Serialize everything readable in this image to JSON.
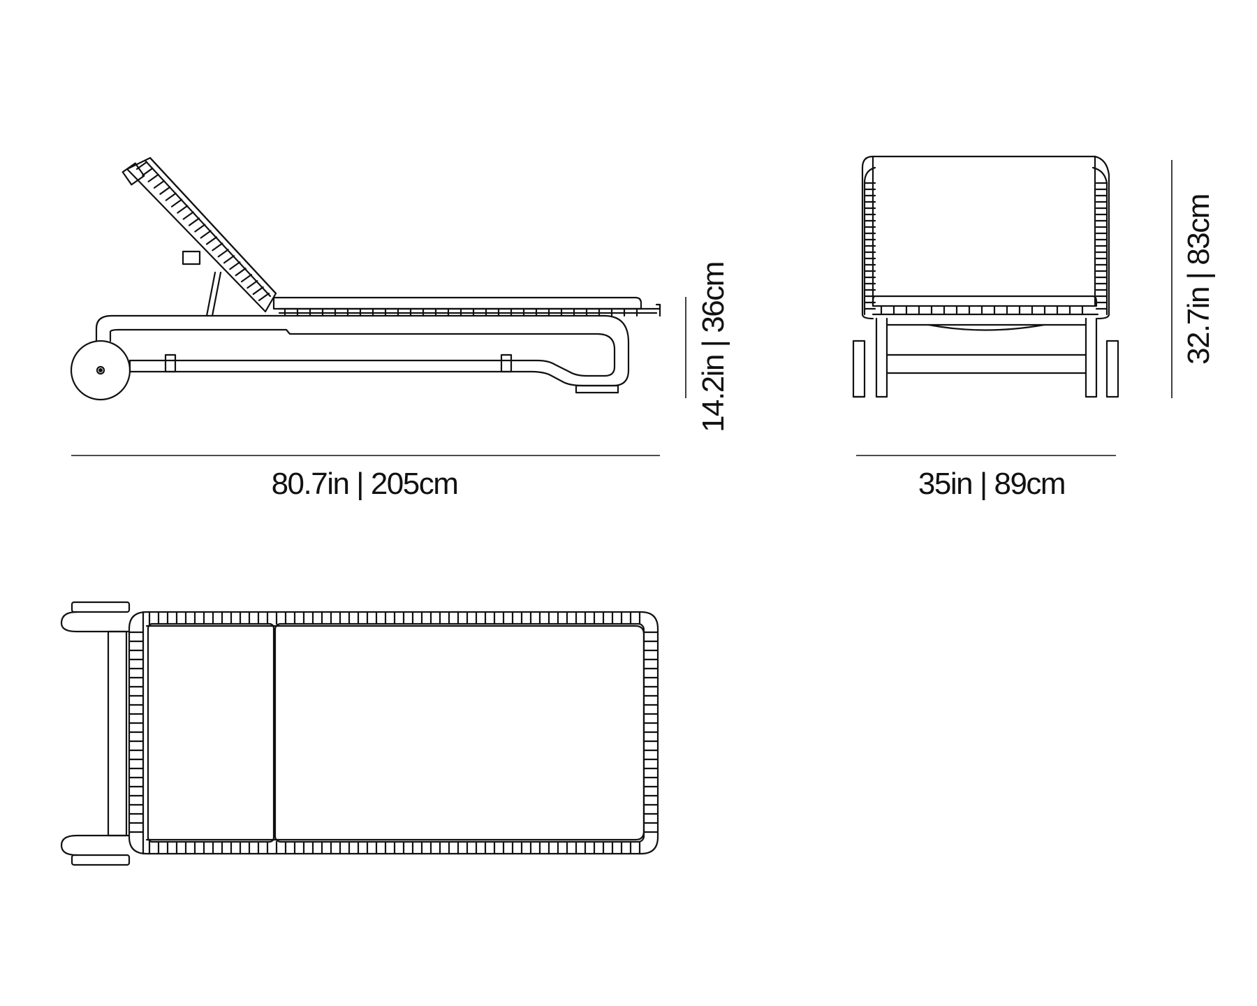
{
  "dimensions": {
    "length": "80.7in | 205cm",
    "side_height": "14.2in | 36cm",
    "width": "35in | 89cm",
    "back_height": "32.7in | 83cm"
  },
  "views": [
    "side-view",
    "front-view",
    "top-view"
  ],
  "colors": {
    "line": "#111111",
    "background": "#ffffff"
  }
}
